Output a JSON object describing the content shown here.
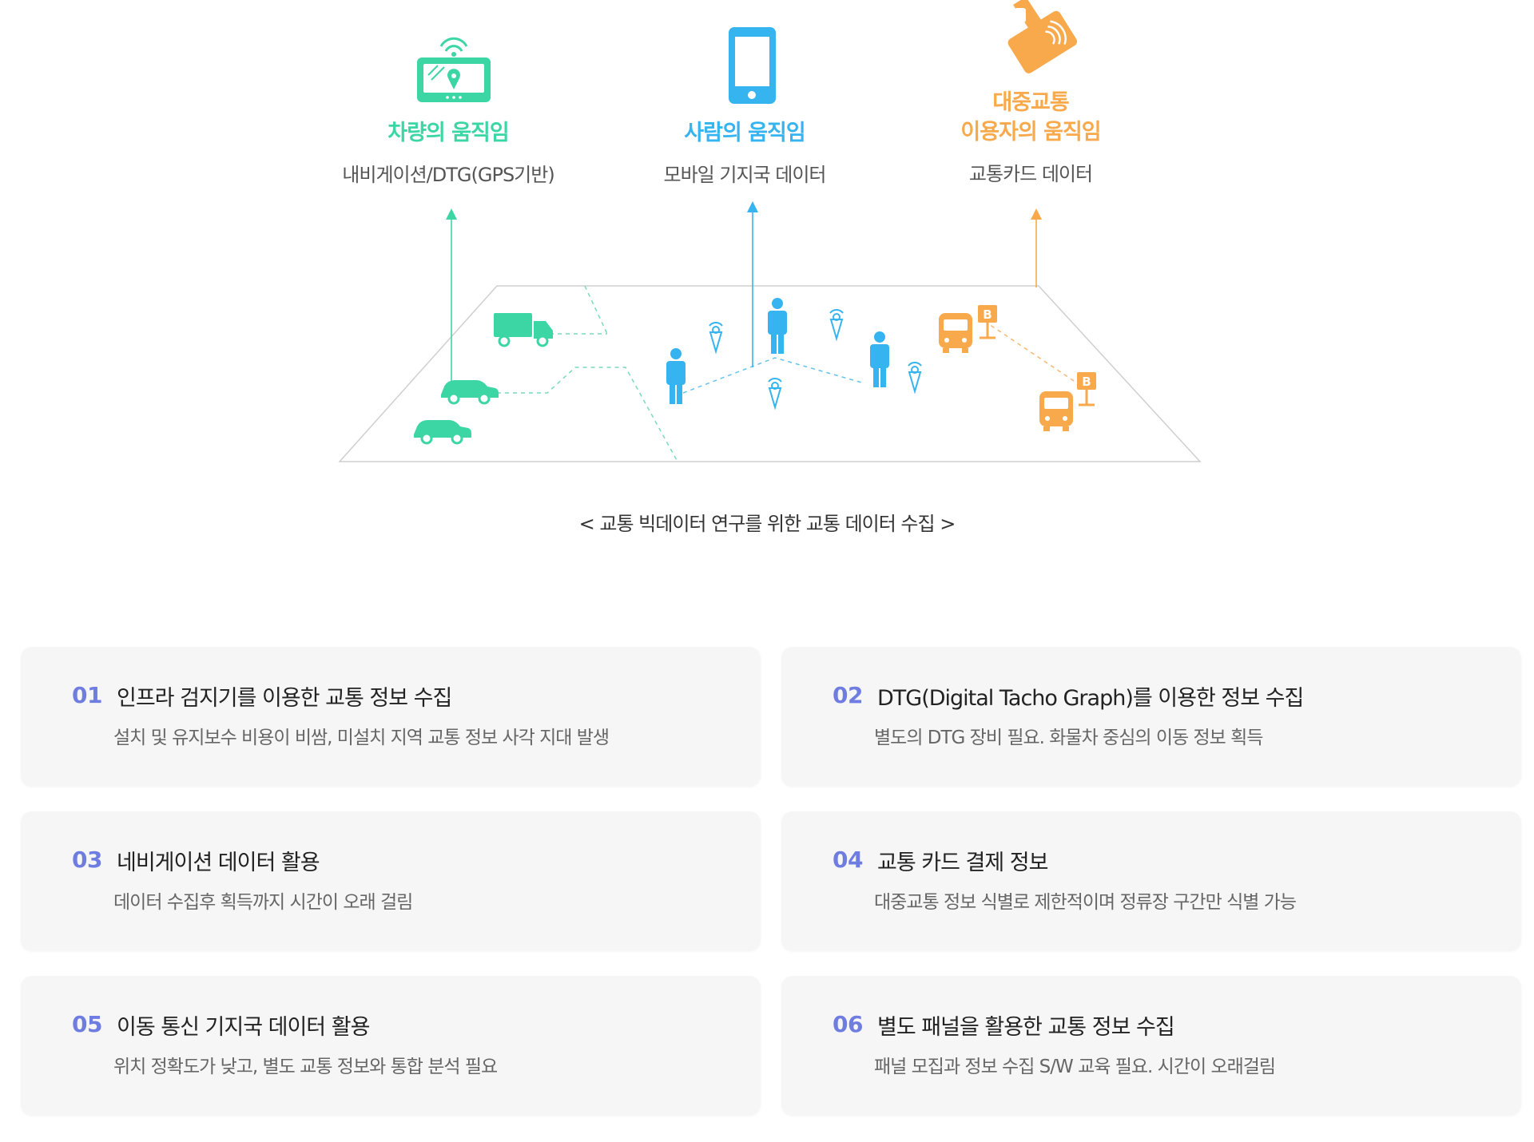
{
  "categories": [
    {
      "title_lines": [
        "차량의 움직임"
      ],
      "subtitle": "내비게이션/DTG(GPS기반)",
      "color": "#3cd6a4"
    },
    {
      "title_lines": [
        "사람의 움직임"
      ],
      "subtitle": "모바일 기지국 데이터",
      "color": "#36b4ef"
    },
    {
      "title_lines": [
        "대중교통",
        "이용자의 움직임"
      ],
      "subtitle": "교통카드 데이터",
      "color": "#f8a94c"
    }
  ],
  "icons": {
    "vehicle": "gps-navigation-icon",
    "person": "smartphone-icon",
    "transit": "transit-card-icon",
    "bus_stop_letter": "B"
  },
  "caption": "< 교통 빅데이터 연구를 위한 교통 데이터 수집 >",
  "cards": [
    {
      "num": "01",
      "title": "인프라 검지기를 이용한 교통 정보 수집",
      "desc": "설치 및 유지보수 비용이 비쌈, 미설치 지역 교통 정보 사각 지대 발생"
    },
    {
      "num": "02",
      "title": "DTG(Digital Tacho Graph)를 이용한 정보 수집",
      "desc": "별도의 DTG 장비 필요. 화물차 중심의 이동 정보 획득"
    },
    {
      "num": "03",
      "title": "네비게이션 데이터 활용",
      "desc": "데이터 수집후 획득까지 시간이 오래 걸림"
    },
    {
      "num": "04",
      "title": "교통 카드 결제 정보",
      "desc": "대중교통 정보 식별로 제한적이며 정류장 구간만 식별 가능"
    },
    {
      "num": "05",
      "title": "이동 통신 기지국 데이터 활용",
      "desc": "위치 정확도가 낮고, 별도 교통 정보와 통합 분석 필요"
    },
    {
      "num": "06",
      "title": "별도 패널을 활용한 교통 정보 수집",
      "desc": "패널 모집과 정보 수집 S/W 교육 필요. 시간이 오래걸림"
    }
  ],
  "colors": {
    "number": "#6f7ce0",
    "card_bg": "#f6f6f6"
  }
}
